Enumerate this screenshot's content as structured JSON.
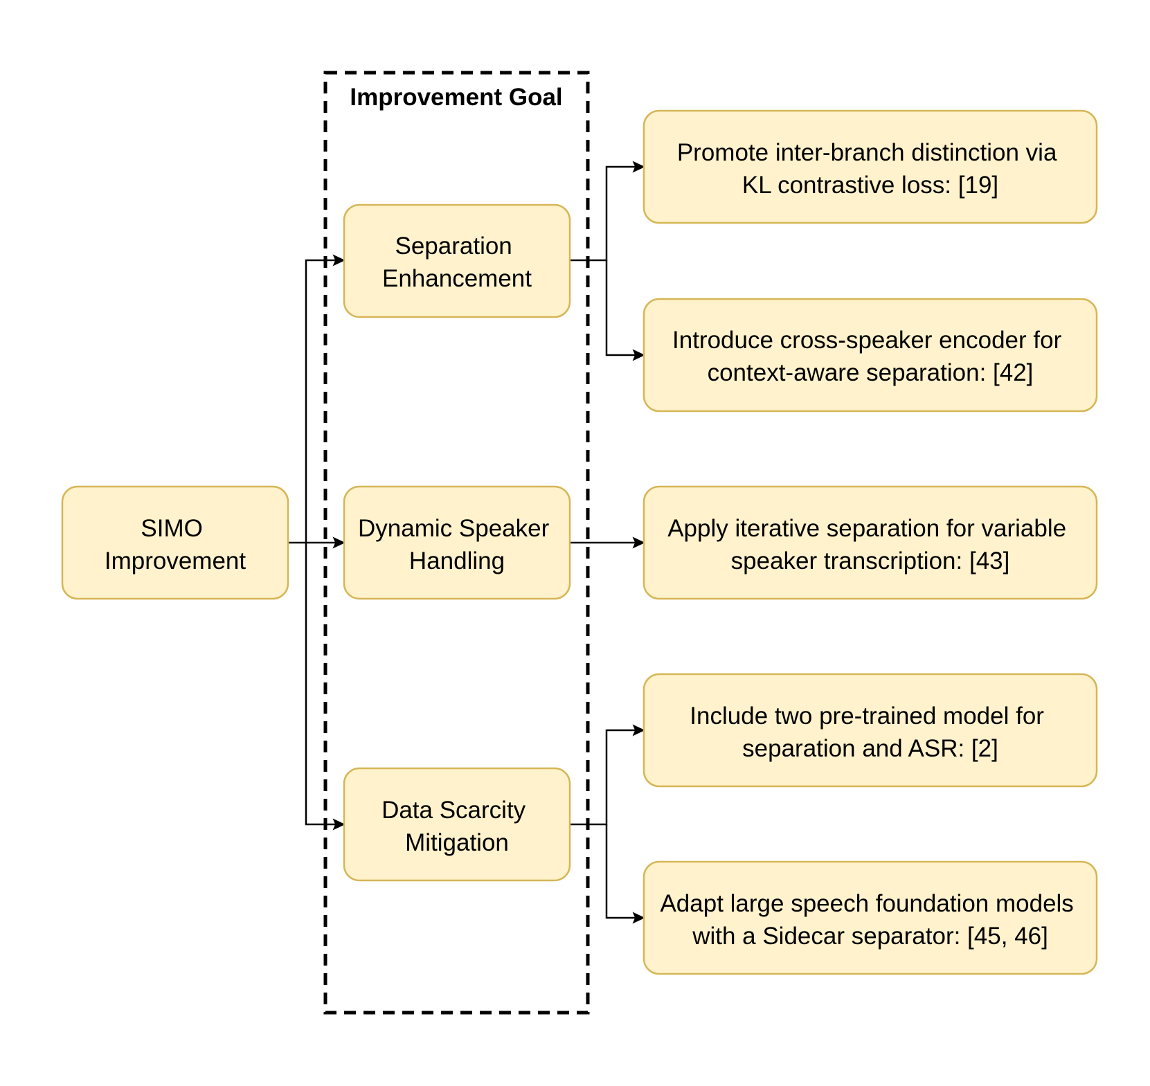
{
  "group": {
    "title": "Improvement Goal"
  },
  "root": {
    "lines": [
      "SIMO",
      "Improvement"
    ]
  },
  "goals": {
    "separation": {
      "lines": [
        "Separation",
        "Enhancement"
      ]
    },
    "dynamic": {
      "lines": [
        "Dynamic Speaker",
        "Handling"
      ]
    },
    "data": {
      "lines": [
        "Data Scarcity",
        "Mitigation"
      ]
    }
  },
  "methods": {
    "kl": {
      "lines": [
        "Promote inter-branch distinction via",
        "KL contrastive loss: [19]"
      ]
    },
    "cross": {
      "lines": [
        "Introduce cross-speaker encoder for",
        "context-aware separation: [42]"
      ]
    },
    "iterative": {
      "lines": [
        "Apply iterative separation for variable",
        "speaker transcription: [43]"
      ]
    },
    "pretrained": {
      "lines": [
        "Include two pre-trained model for",
        "separation and ASR: [2]"
      ]
    },
    "sidecar": {
      "lines": [
        "Adapt large speech foundation models",
        "with a Sidecar separator: [45, 46]"
      ]
    }
  },
  "colors": {
    "node_fill": "#fff2cc",
    "node_stroke": "#d6b656",
    "line": "#000000"
  }
}
